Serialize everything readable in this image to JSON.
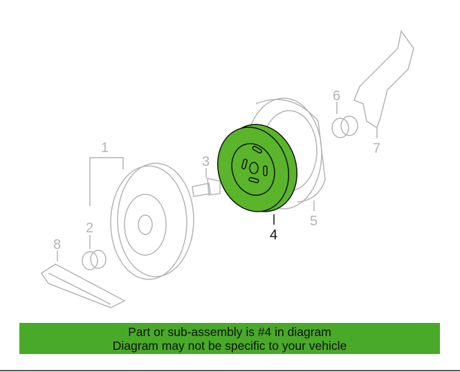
{
  "diagram": {
    "callouts": {
      "c1": "1",
      "c2": "2",
      "c3": "3",
      "c4": "4",
      "c5": "5",
      "c6": "6",
      "c7": "7",
      "c8": "8"
    },
    "highlighted_part": "4",
    "highlight_color": "#5ab52a",
    "line_color": "#b4b4b4"
  },
  "banner": {
    "line1": "Part or sub-assembly is #4 in diagram",
    "line2": "Diagram may not be specific to your vehicle",
    "color": "#49a928"
  }
}
